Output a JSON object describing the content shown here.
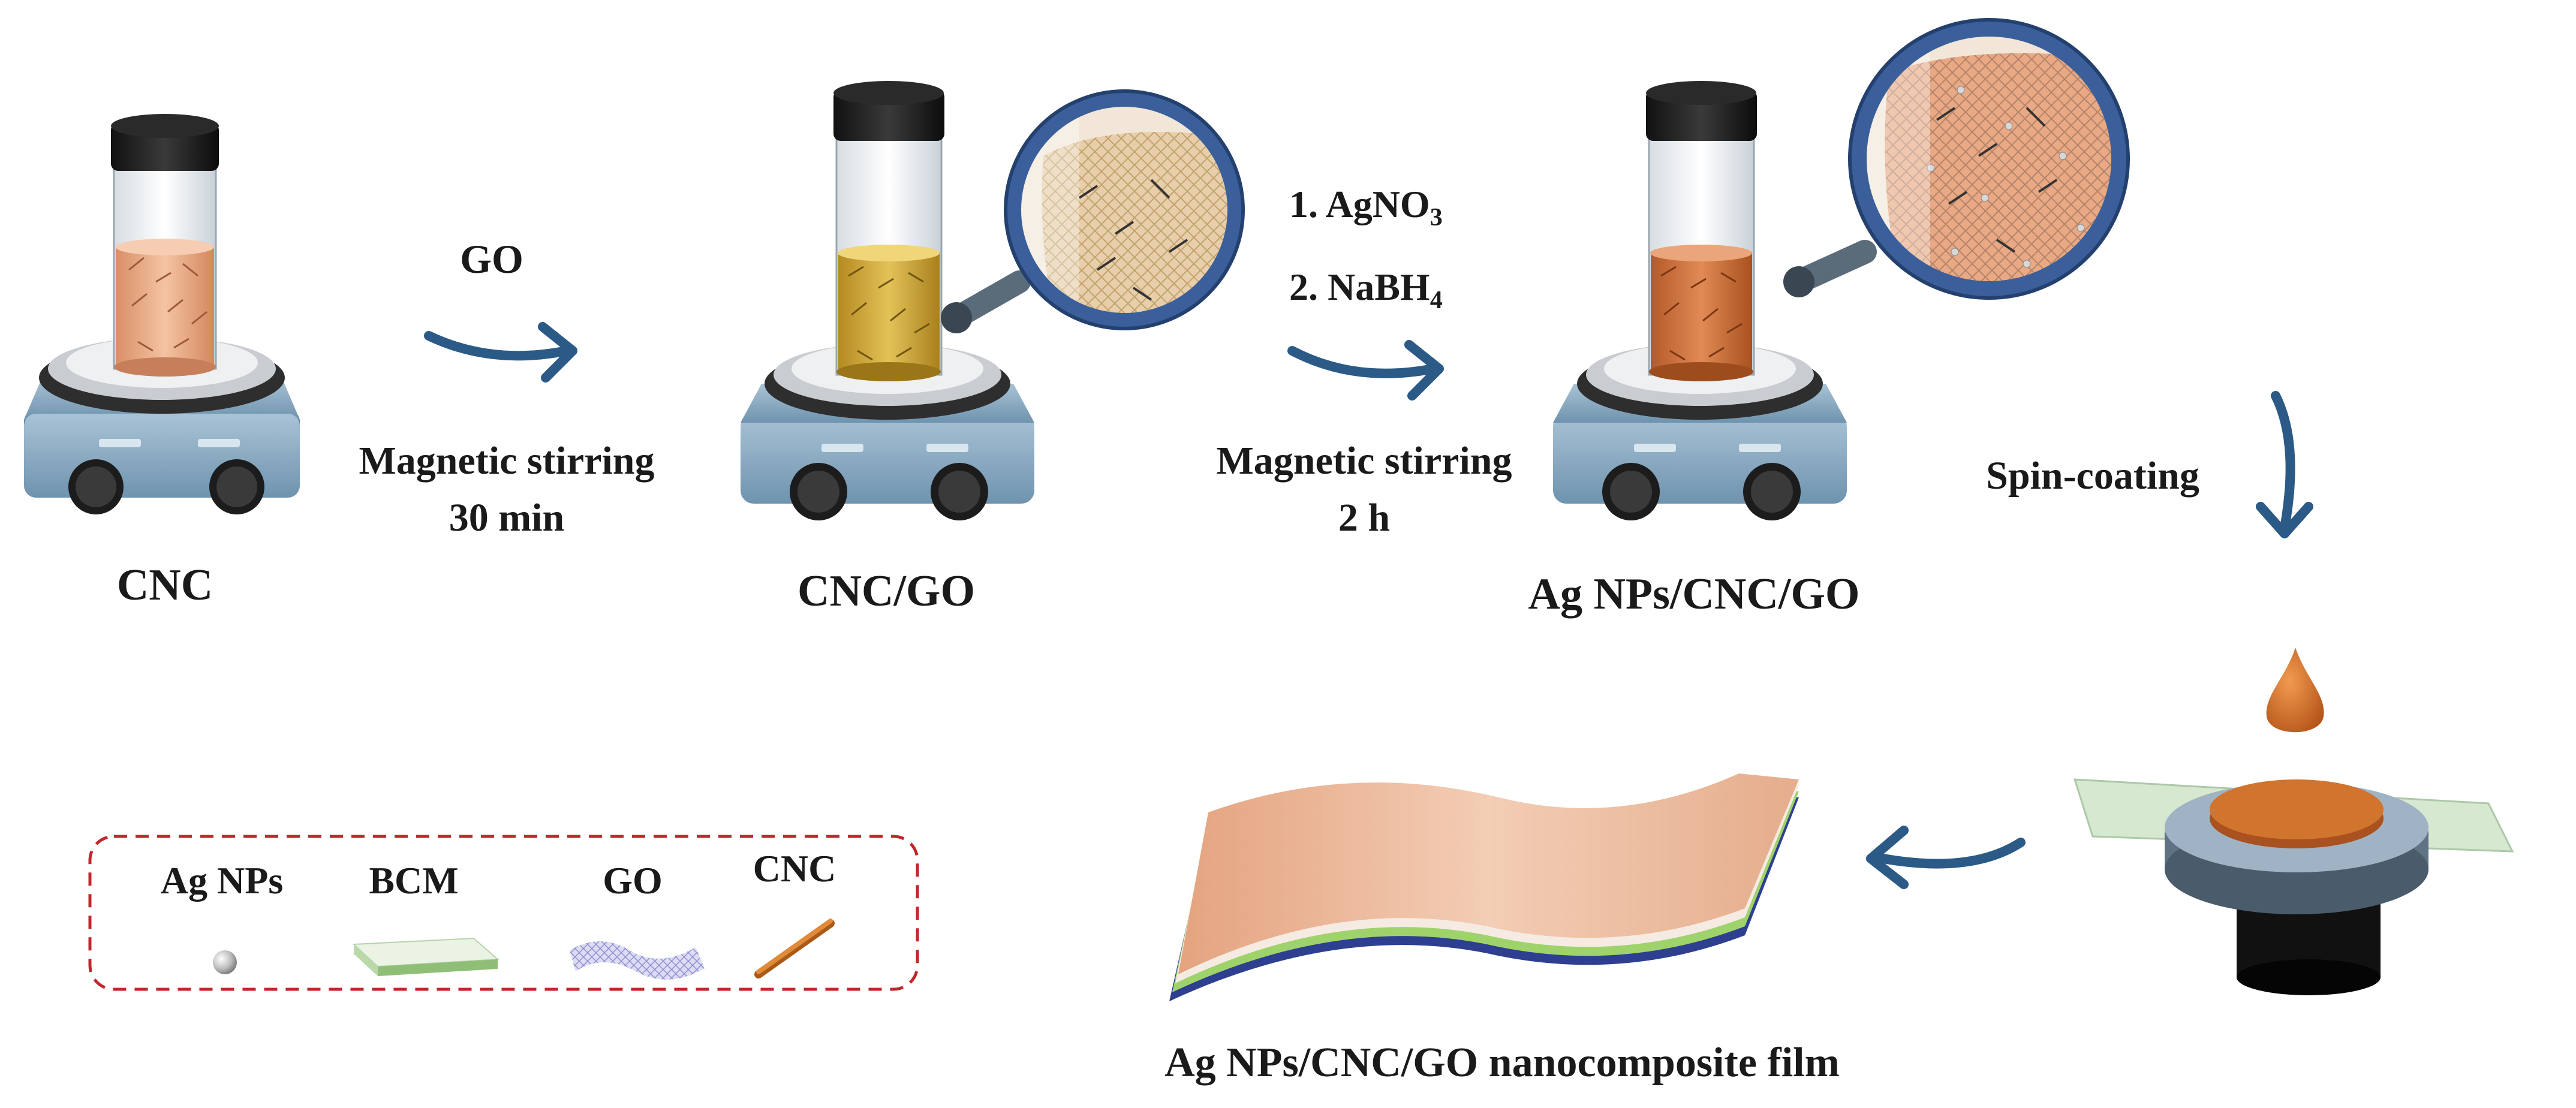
{
  "steps": [
    {
      "label": "CNC"
    },
    {
      "label": "CNC/GO"
    },
    {
      "label": "Ag NPs/CNC/GO"
    }
  ],
  "arrow1": {
    "reagent": "GO",
    "condition_line1": "Magnetic stirring",
    "condition_line2": "30 min"
  },
  "arrow2": {
    "reagent1_prefix": "1. AgNO",
    "reagent1_sub": "3",
    "reagent2_prefix": "2. NaBH",
    "reagent2_sub": "4",
    "condition_line1": "Magnetic stirring",
    "condition_line2": "2 h"
  },
  "arrow3": {
    "label": "Spin-coating"
  },
  "film": {
    "label": "Ag NPs/CNC/GO nanocomposite film"
  },
  "legend": {
    "items": [
      {
        "label": "Ag NPs",
        "icon": "silver-sphere"
      },
      {
        "label": "BCM",
        "icon": "green-slab"
      },
      {
        "label": "GO",
        "icon": "blue-mesh-sheet"
      },
      {
        "label": "CNC",
        "icon": "orange-rod"
      }
    ]
  },
  "colors": {
    "arrow": "#2b5a86",
    "cnc_liquid": "#e9a67e",
    "go_liquid": "#c9a334",
    "ag_liquid": "#cc6f3a",
    "stirrer_base": "#8fb0c8",
    "legend_border": "#c0272d",
    "droplet": "#c8621c"
  }
}
